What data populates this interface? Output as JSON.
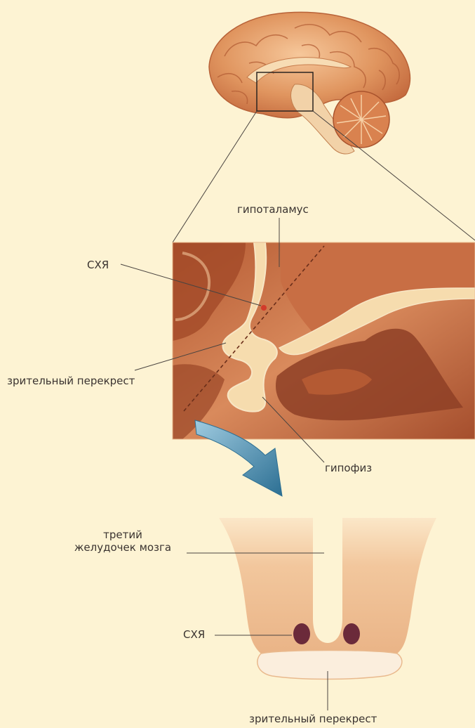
{
  "labels": {
    "hypothalamus": "гипоталамус",
    "scn_top": "СХЯ",
    "optic_chiasm_top": "зрительный перекрест",
    "pituitary": "гипофиз",
    "third_ventricle_line1": "третий",
    "third_ventricle_line2": "желудочек мозга",
    "scn_bottom": "СХЯ",
    "optic_chiasm_bottom": "зрительный перекрест"
  },
  "colors": {
    "background": "#fdf3d3",
    "brain_tissue": "#d9875a",
    "brain_light": "#f4c89a",
    "pale_tissue": "#f6dcae",
    "dark_tissue": "#8e4026",
    "scn_nucleus": "#6b2a3a",
    "arrow": "#3f84a6",
    "leader_line": "#4a4440"
  }
}
